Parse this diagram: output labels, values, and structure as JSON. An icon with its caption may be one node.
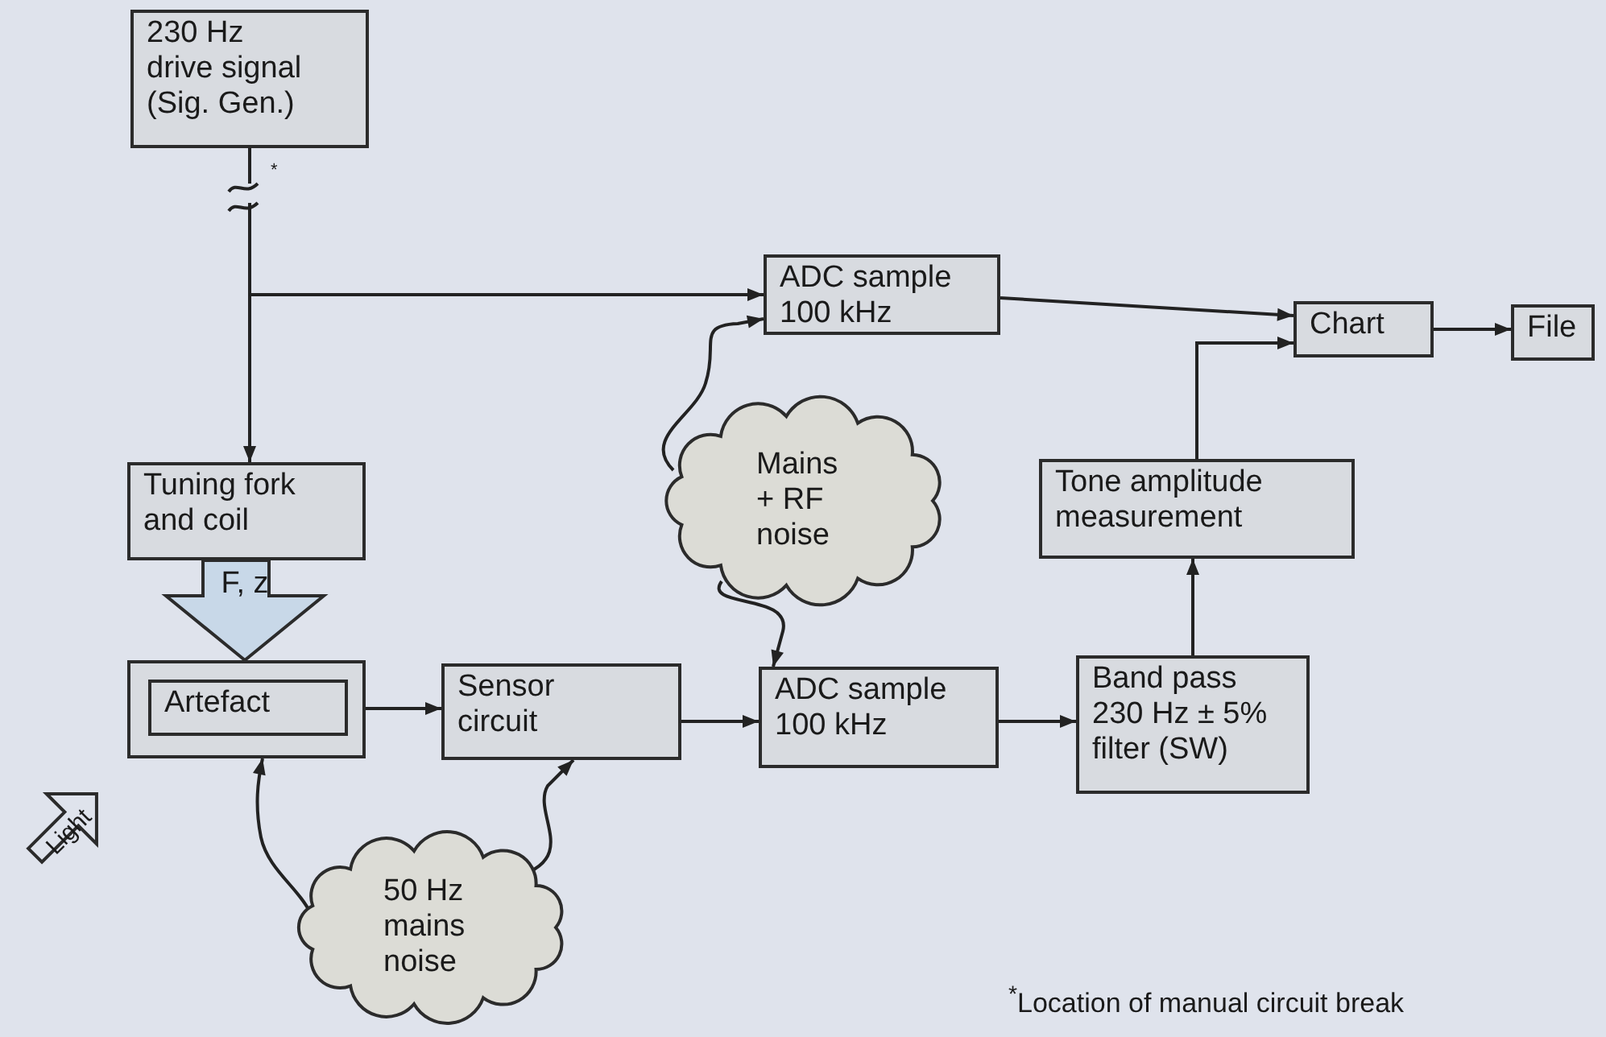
{
  "diagram": {
    "nodes": [
      {
        "text": [
          "230 Hz drive signal (Sig. Gen.)"
        ]
      },
      {
        "text": [
          "ADC sample 100 kHz"
        ]
      },
      {
        "text": [
          "Chart"
        ]
      },
      {
        "text": [
          "File"
        ]
      },
      {
        "text": [
          "Tuning fork and coil"
        ]
      },
      {
        "text": [
          "F, z"
        ]
      },
      {
        "text": [],
        "shape": "box"
      },
      {
        "text": [
          "Artefact"
        ],
        "in": 6
      },
      {
        "text": [
          "Sensor circuit"
        ]
      },
      {
        "text": [
          "ADC sample 100 kHz"
        ]
      },
      {
        "text": [
          "Band pass 230 Hz ± 5% filter (SW)"
        ]
      },
      {
        "text": [
          "Tone amplitude measurement"
        ]
      },
      {
        "text": [
          "Mains + RF noise"
        ]
      },
      {
        "text": [
          "50 Hz mains noise"
        ]
      },
      {
        "text": [
          "Light"
        ]
      }
    ],
    "edges": [
      {
        "from": 0,
        "to": 4,
        "arrow": "to"
      },
      {
        "from": 0,
        "to": 1,
        "arrow": "to"
      },
      {
        "from": 1,
        "to": 2,
        "arrow": "to"
      },
      {
        "from": 2,
        "to": 3,
        "arrow": "to"
      },
      {
        "from": 11,
        "to": 2,
        "arrow": "to"
      },
      {
        "from": 10,
        "to": 11,
        "arrow": "to"
      },
      {
        "from": 9,
        "to": 10,
        "arrow": "to"
      },
      {
        "from": 8,
        "to": 9,
        "arrow": "to"
      },
      {
        "from": 6,
        "to": 8,
        "arrow": "to"
      },
      {
        "from": 12,
        "to": 1,
        "arrow": "to"
      },
      {
        "from": 12,
        "to": 9,
        "arrow": "to"
      },
      {
        "from": 13,
        "to": 6,
        "arrow": "to"
      },
      {
        "from": 13,
        "to": 8,
        "arrow": "to"
      }
    ],
    "labels": [
      "*",
      "$^{*}$Location of manual circuit break"
    ]
  }
}
